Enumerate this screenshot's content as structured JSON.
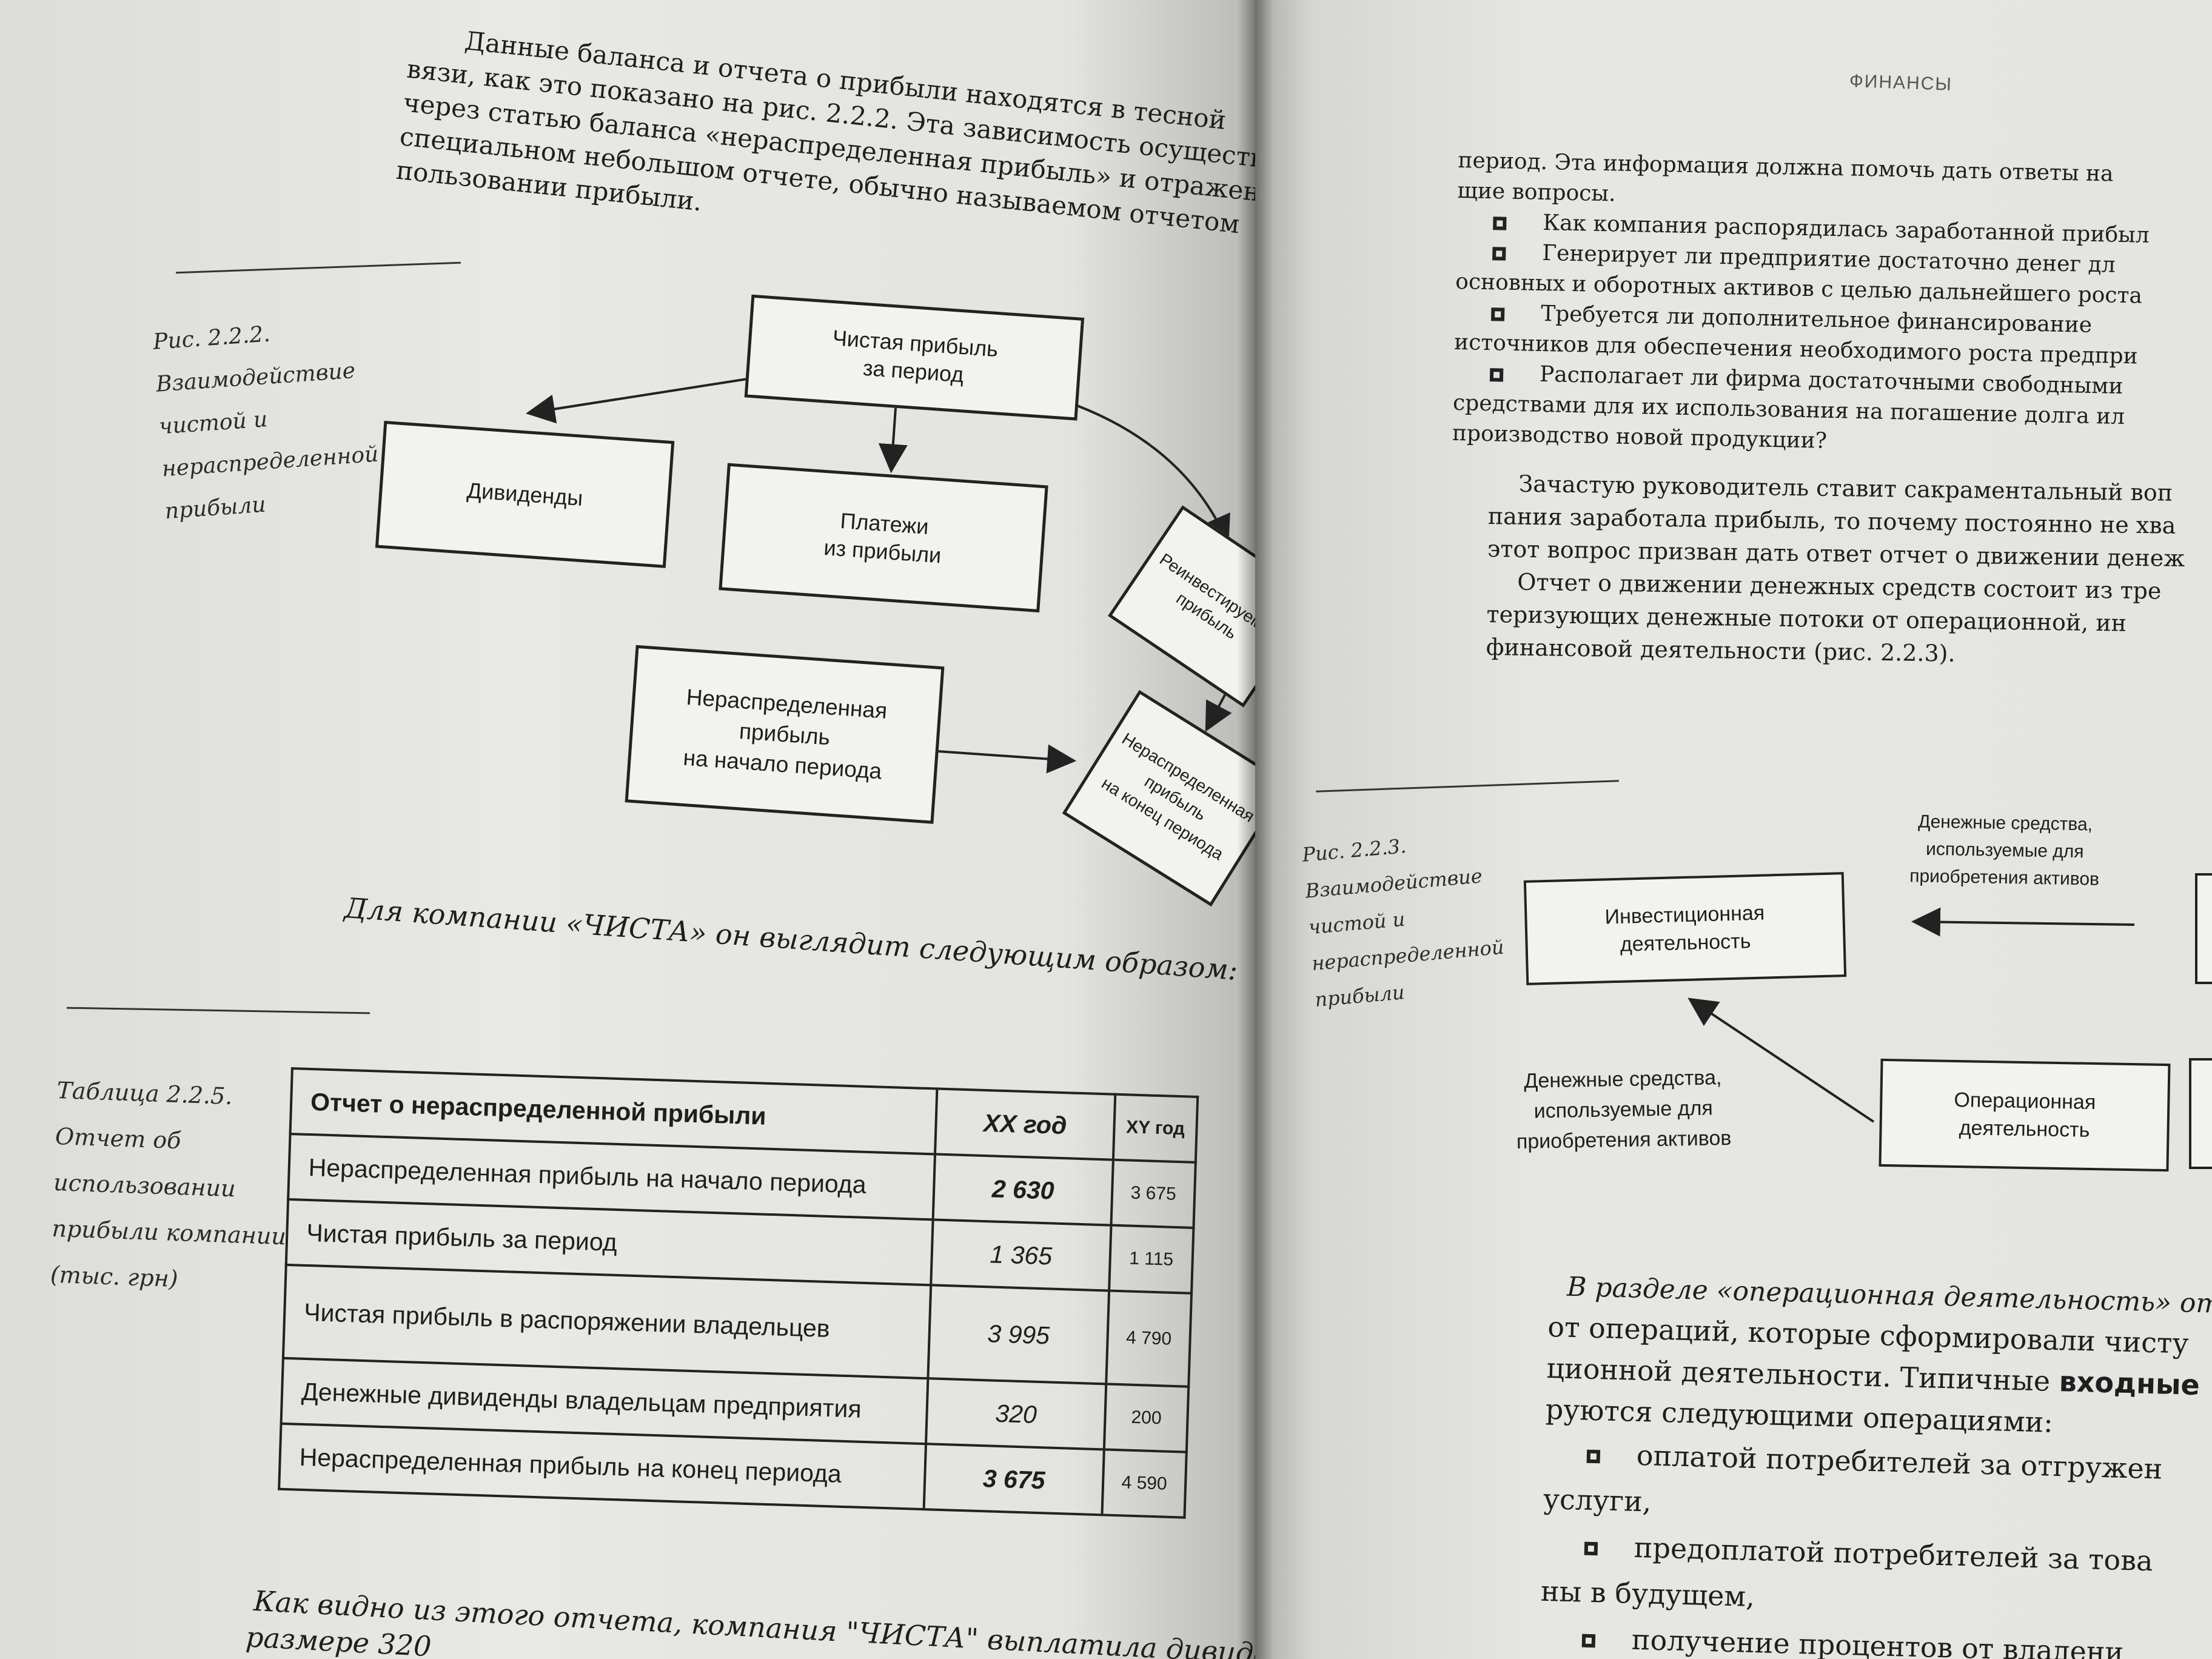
{
  "left_page": {
    "intro_lines": [
      "Данные баланса и отчета о прибыли находятся в тесной",
      "вязи, как это показано на рис. 2.2.2. Эта зависимость осуществляется",
      "через статью баланса «нераспределенная прибыль» и отражена",
      "специальном небольшом отчете, обычно называемом отчетом",
      "пользовании прибыли."
    ],
    "figure_caption": [
      "Рис. 2.2.2.",
      "Взаимодействие",
      "чистой и",
      "нераспределенной",
      "прибыли"
    ],
    "diagram": {
      "net_profit": [
        "Чистая прибыль",
        "за период"
      ],
      "dividends": "Дивиденды",
      "payments": [
        "Платежи",
        "из прибыли"
      ],
      "reinvested": [
        "Реинвестируемая",
        "прибыль"
      ],
      "retained_start": [
        "Нераспределенная",
        "прибыль",
        "на начало периода"
      ],
      "retained_end": [
        "Нераспределенная",
        "прибыль",
        "на конец периода"
      ]
    },
    "company_line": "Для компании «ЧИСТА» он выглядит следующим образом:",
    "table_caption": [
      "Таблица 2.2.5.",
      "Отчет об",
      "использовании",
      "прибыли компании",
      "(тыс. грн)"
    ],
    "table": {
      "header": [
        "Отчет о нераспределенной прибыли",
        "XX год",
        "XY год"
      ],
      "rows": [
        {
          "label": "Нераспределенная прибыль на начало периода",
          "v1": "2 630",
          "v2": "3 675",
          "bold": true
        },
        {
          "label": "Чистая прибыль за период",
          "v1": "1 365",
          "v2": "1 115",
          "bold": false
        },
        {
          "label": "Чистая прибыль в распоряжении владельцев",
          "v1": "3 995",
          "v2": "4 790",
          "bold": false
        },
        {
          "label": "Денежные дивиденды владельцам предприятия",
          "v1": "320",
          "v2": "200",
          "bold": false
        },
        {
          "label": "Нераспределенная прибыль на конец периода",
          "v1": "3 675",
          "v2": "4 590",
          "bold": true
        }
      ]
    },
    "footer_lines": [
      "Как видно из этого отчета, компания \"ЧИСТА\" выплатила дивиденды",
      "размере 320"
    ]
  },
  "right_page": {
    "running_head": "ФИНАНСЫ",
    "top_lines": [
      "период. Эта информация должна помочь дать ответы на",
      "щие вопросы."
    ],
    "questions": [
      [
        "Как компания распорядилась заработанной прибыл"
      ],
      [
        "Генерирует ли предприятие достаточно денег дл",
        "основных и оборотных активов с целью дальнейшего роста"
      ],
      [
        "Требуется ли дополнительное финансирование",
        "источников для обеспечения необходимого роста предпри"
      ],
      [
        "Располагает ли фирма достаточными свободными",
        "средствами для их использования на погашение долга ил",
        "производство новой продукции?"
      ]
    ],
    "para_lines": [
      "Зачастую руководитель ставит сакраментальный воп",
      "пания заработала прибыль, то почему постоянно не хва",
      "этот вопрос призван дать ответ отчет о движении денеж",
      "Отчет о движении денежных средств состоит из тре",
      "теризующих денежные потоки от операционной, ин",
      "финансовой деятельности (рис. 2.2.3)."
    ],
    "figure_caption": [
      "Рис. 2.2.3.",
      "Взаимодействие",
      "чистой и",
      "нераспределенной",
      "прибыли"
    ],
    "diagram": {
      "cash_label_top": [
        "Денежные средства,",
        "используемые для",
        "приобретения активов"
      ],
      "investing": [
        "Инвестиционная",
        "деятельность"
      ],
      "cash_label_left": [
        "Денежные средства,",
        "используемые для",
        "приобретения активов"
      ],
      "operating": [
        "Операционная",
        "деятельность"
      ]
    },
    "bottom_lines": [
      "В разделе «операционная деятельность» отраж",
      "от операций, которые сформировали чисту",
      "ционной деятельности. Типичные",
      "входные",
      "руются следующими операциями:"
    ],
    "bottom_bullets": [
      [
        "оплатой потребителей за отгружен",
        "услуги,"
      ],
      [
        "предоплатой потребителей за това",
        "ны в будущем,"
      ],
      [
        "получение процентов от владени"
      ]
    ]
  }
}
